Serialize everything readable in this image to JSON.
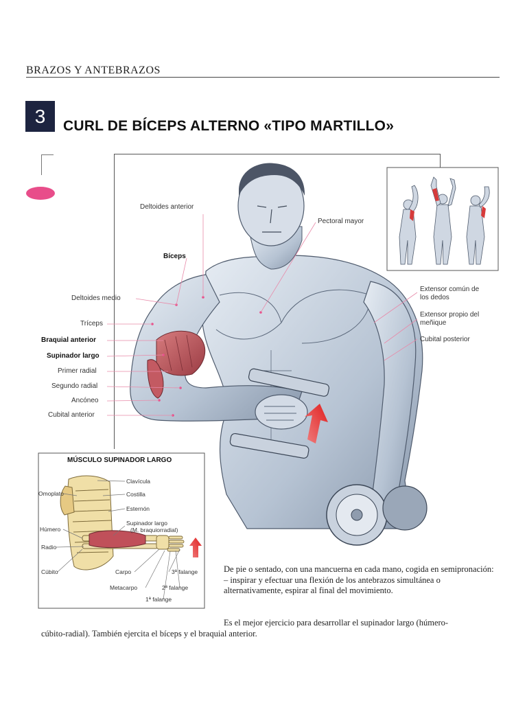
{
  "header": {
    "section_title": "BRAZOS Y ANTEBRAZOS",
    "exercise_number": "3",
    "exercise_title": "CURL DE BÍCEPS ALTERNO «TIPO MARTILLO»"
  },
  "main_labels": {
    "deltoides_anterior": "Deltoides anterior",
    "pectoral_mayor": "Pectoral mayor",
    "biceps": "Bíceps",
    "deltoides_medio": "Deltoides medio",
    "triceps": "Tríceps",
    "braquial_anterior": "Braquial anterior",
    "supinador_largo": "Supinador largo",
    "primer_radial": "Primer radial",
    "segundo_radial": "Segundo radial",
    "ancóneo": "Ancóneo",
    "cubital_anterior": "Cubital anterior",
    "extensor_comun": "Extensor común de los dedos",
    "extensor_propio": "Extensor propio del meñique",
    "cubital_posterior": "Cubital posterior"
  },
  "inset": {
    "title": "MÚSCULO SUPINADOR LARGO",
    "labels": {
      "clavicula": "Clavícula",
      "costilla": "Costilla",
      "esternon": "Esternón",
      "supinador": "Supinador largo",
      "supinador_sub": "(M. braquiorradial)",
      "omoplato": "Omoplato",
      "humero": "Húmero",
      "radio": "Radio",
      "cubito": "Cúbito",
      "carpo": "Carpo",
      "metacarpo": "Metacarpo",
      "falange3": "3ª falange",
      "falange2": "2ª falange",
      "falange1": "1ª falange"
    }
  },
  "description": {
    "p1": "De pie o sentado, con una mancuerna en cada mano, cogida en semipronación:",
    "p2": "– inspirar y efectuar una flexión de los antebrazos simultánea o alternativamente, espirar al final del movimiento.",
    "p3_first": "Es el mejor ejercicio para desarrollar el supinador largo (húmero-",
    "p3_rest": "cúbito-radial). También ejercita el bíceps y el braquial anterior."
  },
  "colors": {
    "accent_pink": "#e84d8a",
    "number_box": "#1d2440",
    "muscle_red": "#b84a52"
  }
}
